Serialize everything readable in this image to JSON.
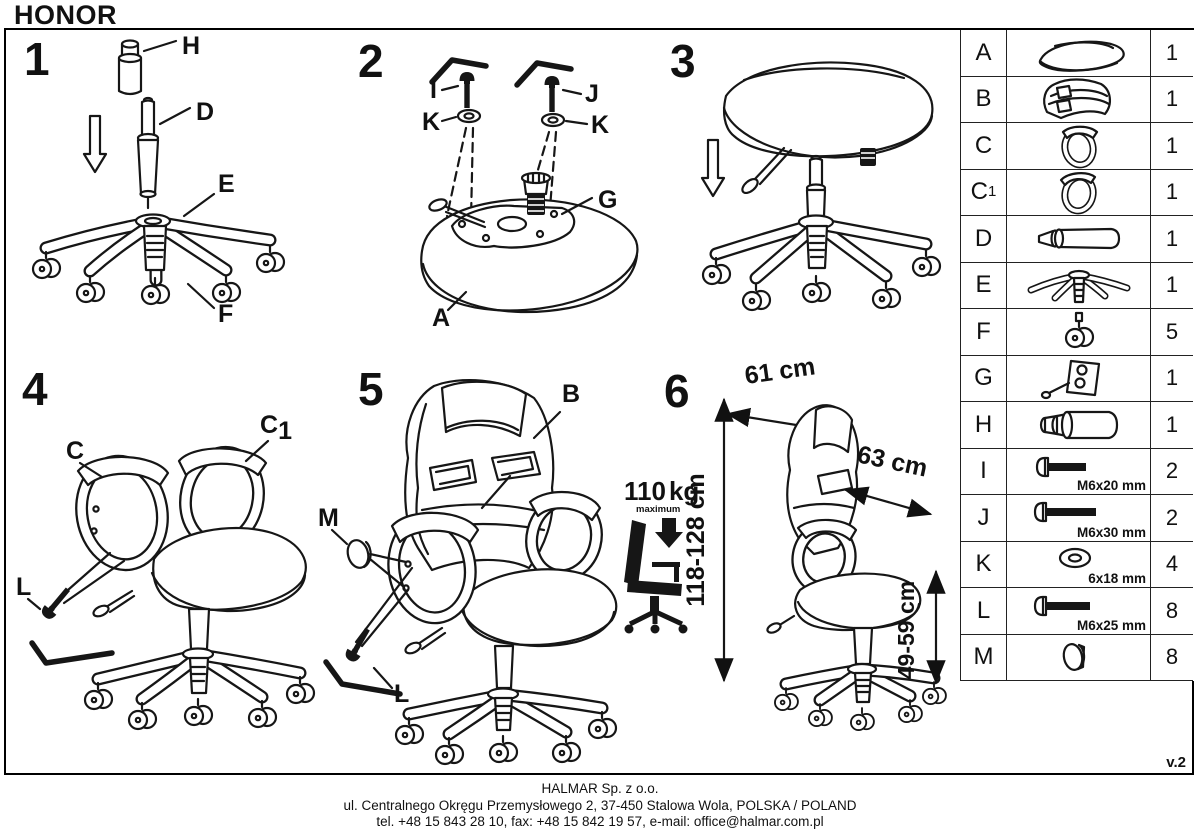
{
  "title": "HONOR",
  "version": "v.2",
  "footer": {
    "company": "HALMAR Sp. z o.o.",
    "address": "ul. Centralnego Okręgu Przemysłowego 2, 37-450 Stalowa Wola, POLSKA / POLAND",
    "contact": "tel. +48 15 843 28 10, fax: +48 15 842 19 57, e-mail: office@halmar.com.pl"
  },
  "steps": {
    "s1": {
      "num": "1",
      "labels": {
        "h": "H",
        "d": "D",
        "e": "E",
        "f": "F"
      }
    },
    "s2": {
      "num": "2",
      "labels": {
        "i": "I",
        "j": "J",
        "k_left": "K",
        "k_right": "K",
        "g": "G",
        "a": "A"
      }
    },
    "s3": {
      "num": "3"
    },
    "s4": {
      "num": "4",
      "labels": {
        "c": "C",
        "c1_base": "C",
        "c1_sub": "1",
        "l": "L"
      }
    },
    "s5": {
      "num": "5",
      "labels": {
        "b": "B",
        "m": "M",
        "l": "L"
      }
    },
    "s6": {
      "num": "6",
      "dims": {
        "width": "61 cm",
        "depth": "63 cm",
        "height": "118-128 cm",
        "seat_height": "49-59 cm",
        "max_load_value": "110",
        "max_load_unit": "kg",
        "max_load_note": "maximum"
      }
    }
  },
  "parts_table": {
    "rows": [
      {
        "id": "A",
        "sub": "",
        "qty": "1",
        "size": ""
      },
      {
        "id": "B",
        "sub": "",
        "qty": "1",
        "size": ""
      },
      {
        "id": "C",
        "sub": "",
        "qty": "1",
        "size": ""
      },
      {
        "id": "C",
        "sub": "1",
        "qty": "1",
        "size": ""
      },
      {
        "id": "D",
        "sub": "",
        "qty": "1",
        "size": ""
      },
      {
        "id": "E",
        "sub": "",
        "qty": "1",
        "size": ""
      },
      {
        "id": "F",
        "sub": "",
        "qty": "5",
        "size": ""
      },
      {
        "id": "G",
        "sub": "",
        "qty": "1",
        "size": ""
      },
      {
        "id": "H",
        "sub": "",
        "qty": "1",
        "size": ""
      },
      {
        "id": "I",
        "sub": "",
        "qty": "2",
        "size": "M6x20 mm"
      },
      {
        "id": "J",
        "sub": "",
        "qty": "2",
        "size": "M6x30 mm"
      },
      {
        "id": "K",
        "sub": "",
        "qty": "4",
        "size": "6x18 mm"
      },
      {
        "id": "L",
        "sub": "",
        "qty": "8",
        "size": "M6x25 mm"
      },
      {
        "id": "M",
        "sub": "",
        "qty": "8",
        "size": ""
      }
    ]
  }
}
